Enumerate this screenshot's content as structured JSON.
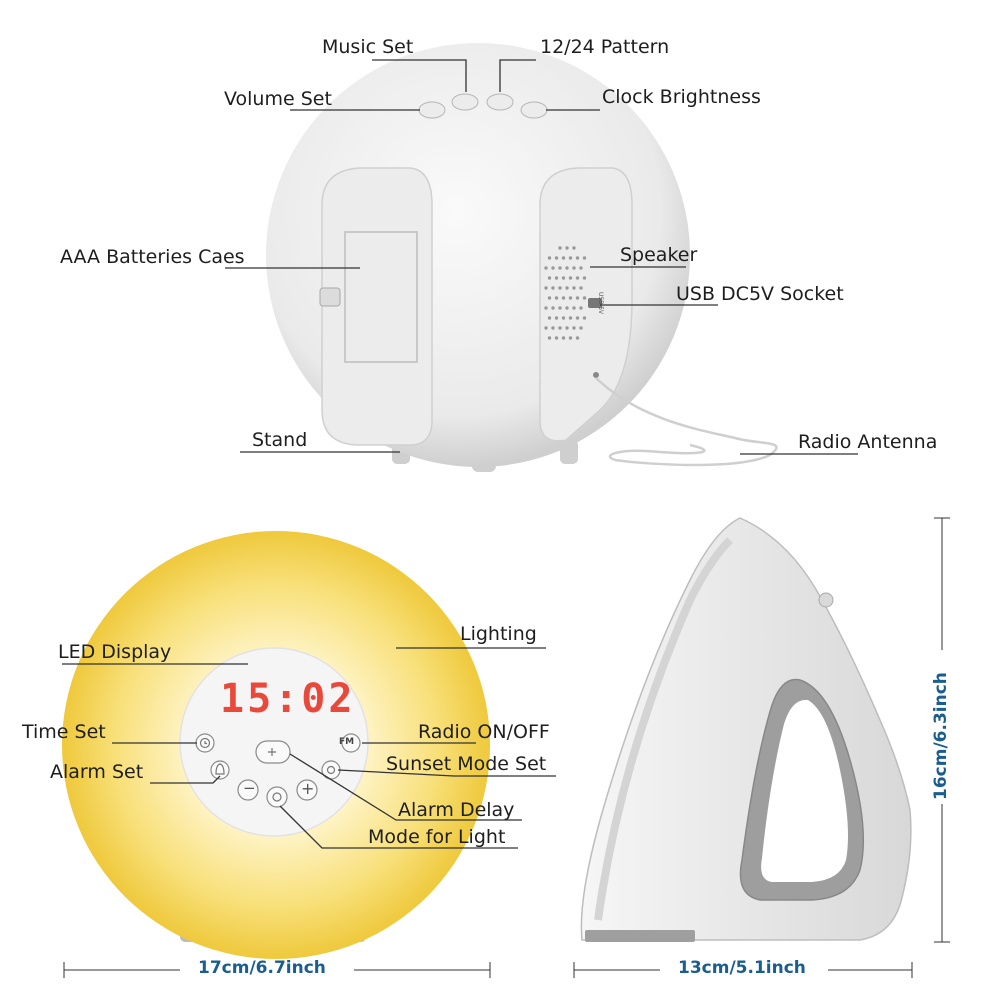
{
  "back_view": {
    "labels": {
      "music_set": "Music Set",
      "pattern_12_24": "12/24 Pattern",
      "volume_set": "Volume Set",
      "clock_brightness": "Clock Brightness",
      "batteries_case": "AAA Batteries Caes",
      "speaker": "Speaker",
      "usb_socket": "USB DC5V Socket",
      "stand": "Stand",
      "radio_antenna": "Radio Antenna"
    },
    "usb_port_text": "USB 5V"
  },
  "front_view": {
    "display_time": "15:02",
    "labels": {
      "led_display": "LED Display",
      "lighting": "Lighting",
      "time_set": "Time Set",
      "radio_on_off": "Radio ON/OFF",
      "alarm_set": "Alarm Set",
      "sunset_mode_set": "Sunset Mode Set",
      "alarm_delay": "Alarm Delay",
      "mode_for_light": "Mode for Light"
    },
    "buttons": {
      "fm": "FM",
      "minus": "−",
      "plus": "+"
    },
    "width_dimension": "17cm/6.7inch"
  },
  "side_view": {
    "depth_dimension": "13cm/5.1inch",
    "height_dimension": "16cm/6.3inch"
  },
  "colors": {
    "glow_center": "#fff4b8",
    "glow_edge": "#f3d34a",
    "led_red": "#e8493a",
    "dimension_blue": "#1a5d8f",
    "body_white": "#f4f4f4",
    "body_gray": "#b9b9b9"
  }
}
